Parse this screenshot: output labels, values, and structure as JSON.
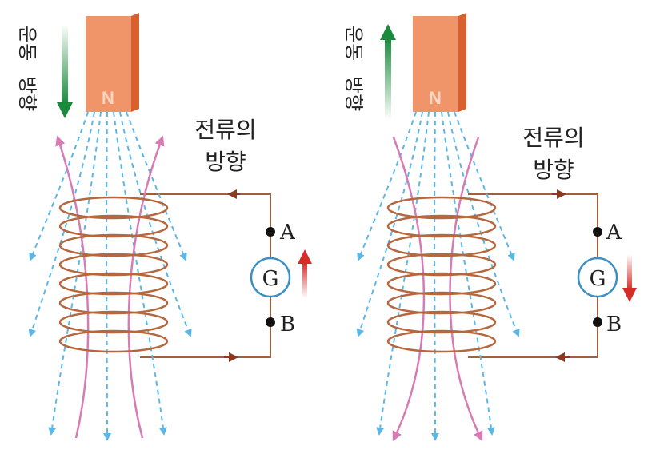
{
  "panels": [
    {
      "id": "left",
      "magnet_pole": "N",
      "motion_label": [
        "운동",
        "방향"
      ],
      "motion_direction": "down",
      "current_label": [
        "전류의",
        "방향"
      ],
      "terminal_a": "A",
      "terminal_b": "B",
      "galvanometer": "G",
      "galvanometer_current": "up"
    },
    {
      "id": "right",
      "magnet_pole": "N",
      "motion_label": [
        "운동",
        "방향"
      ],
      "motion_direction": "up",
      "current_label": [
        "전류의",
        "방향"
      ],
      "terminal_a": "A",
      "terminal_b": "B",
      "galvanometer": "G",
      "galvanometer_current": "down"
    }
  ],
  "colors": {
    "magnet_front": "#f0946a",
    "magnet_side": "#d9602e",
    "field_line": "#5bb8e6",
    "induced_field": "#d77bb5",
    "coil": "#b5683f",
    "wire": "#a06040",
    "motion_arrow": "#1a8a3c",
    "galvo_arrow": "#d82b27"
  }
}
